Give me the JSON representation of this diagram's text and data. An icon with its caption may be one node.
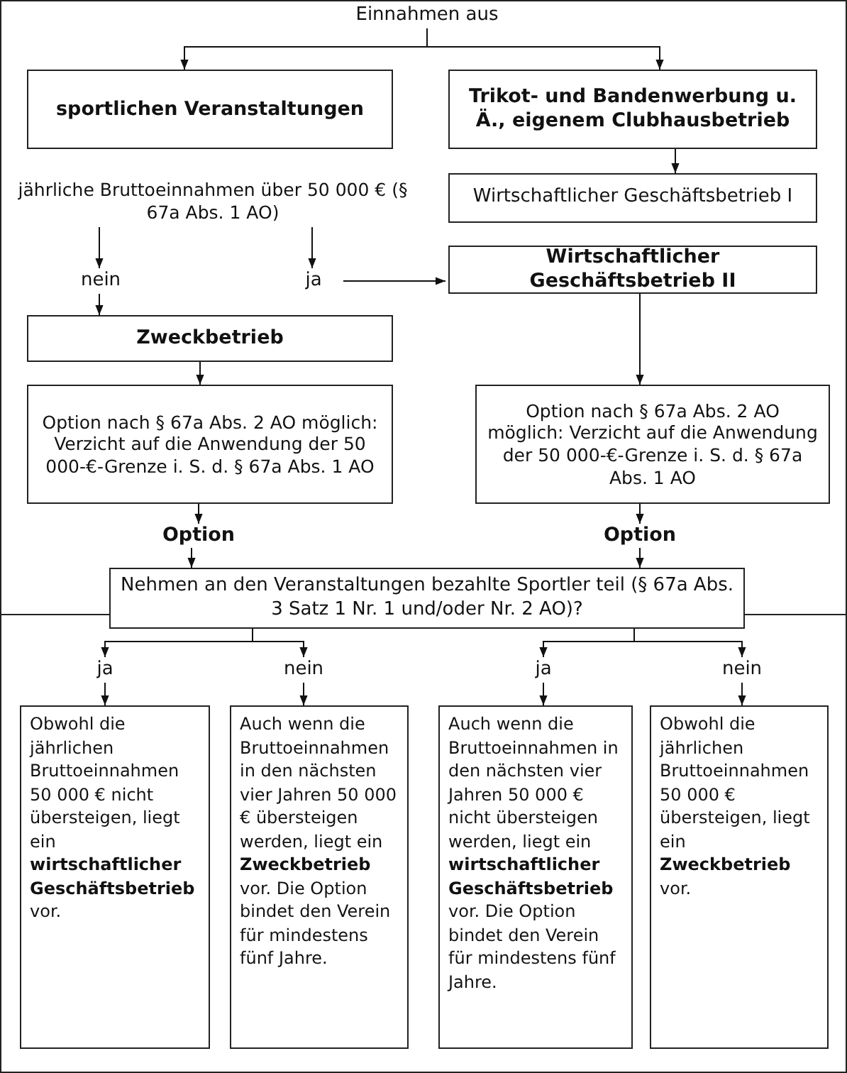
{
  "diagram": {
    "nodes": [
      {
        "text": [
          "Einnahmen aus"
        ]
      },
      {
        "text": [
          "sportlichen Veranstaltungen"
        ]
      },
      {
        "text": [
          "Trikot- und Bandenwerbung u. Ä., eigenem Clubhausbetrieb"
        ]
      },
      {
        "text": [
          "jährliche Bruttoeinnahmen über 50 000 € (§ 67a Abs. 1 AO)"
        ]
      },
      {
        "text": [
          "Wirtschaftlicher Geschäftsbetrieb I"
        ]
      },
      {
        "text": [
          "nein"
        ]
      },
      {
        "text": [
          "ja"
        ]
      },
      {
        "text": [
          "Wirtschaftlicher Geschäftsbetrieb II"
        ]
      },
      {
        "text": [
          "Zweckbetrieb"
        ]
      },
      {
        "text": [
          "Option nach § 67a Abs. 2 AO möglich: Verzicht auf die Anwendung der 50 000-€-Grenze i. S. d. § 67a Abs. 1 AO"
        ]
      },
      {
        "text": [
          "Option nach § 67a Abs. 2 AO möglich: Verzicht auf die Anwendung der 50 000-€-Grenze i. S. d. § 67a Abs. 1 AO"
        ]
      },
      {
        "text": [
          "Option"
        ]
      },
      {
        "text": [
          "Option"
        ]
      },
      {
        "text": [
          "Nehmen an den Veranstaltungen bezahlte Sportler teil (§ 67a Abs. 3 Satz 1 Nr. 1 und/oder Nr. 2 AO)?"
        ]
      },
      {
        "text": [
          "ja"
        ]
      },
      {
        "text": [
          "nein"
        ]
      },
      {
        "text": [
          "ja"
        ]
      },
      {
        "text": [
          "nein"
        ]
      },
      {
        "text": [
          "Obwohl die jährlichen Bruttoeinnahmen 50 000 € nicht übersteigen, liegt ein **wirtschaftlicher Geschäftsbetrieb** vor."
        ]
      },
      {
        "text": [
          "Auch wenn die Bruttoeinnahmen in den nächsten vier Jahren 50 000 € übersteigen werden, liegt ein **Zweckbetrieb** vor. Die Option bindet den Verein für mindestens fünf Jahre."
        ]
      },
      {
        "text": [
          "Auch wenn die Bruttoeinnahmen in den nächsten vier Jahren 50 000 € nicht übersteigen werden, liegt ein **wirtschaftlicher Geschäftsbetrieb** vor. Die Option bindet den Verein für mindestens fünf Jahre."
        ]
      },
      {
        "text": [
          "Obwohl die jährlichen Bruttoeinnahmen 50 000 € übersteigen, liegt ein **Zweckbetrieb** vor."
        ]
      }
    ],
    "edges": [
      {
        "from": 0,
        "to": 1,
        "arrow": "to"
      },
      {
        "from": 0,
        "to": 2,
        "arrow": "to"
      },
      {
        "from": 2,
        "to": 4,
        "arrow": "to"
      },
      {
        "from": 3,
        "to": 5,
        "arrow": "to"
      },
      {
        "from": 3,
        "to": 6,
        "arrow": "to"
      },
      {
        "from": 6,
        "to": 7,
        "arrow": "to"
      },
      {
        "from": 5,
        "to": 8,
        "arrow": "to"
      },
      {
        "from": 8,
        "to": 9,
        "arrow": "to"
      },
      {
        "from": 7,
        "to": 10,
        "arrow": "to"
      },
      {
        "from": 9,
        "to": 11,
        "arrow": "to"
      },
      {
        "from": 10,
        "to": 12,
        "arrow": "to"
      },
      {
        "from": 11,
        "to": 13,
        "arrow": "to"
      },
      {
        "from": 12,
        "to": 13,
        "arrow": "to"
      },
      {
        "from": 13,
        "to": 14,
        "arrow": "to"
      },
      {
        "from": 13,
        "to": 15,
        "arrow": "to"
      },
      {
        "from": 13,
        "to": 16,
        "arrow": "to"
      },
      {
        "from": 13,
        "to": 17,
        "arrow": "to"
      },
      {
        "from": 14,
        "to": 18,
        "arrow": "to"
      },
      {
        "from": 15,
        "to": 19,
        "arrow": "to"
      },
      {
        "from": 16,
        "to": 20,
        "arrow": "to"
      },
      {
        "from": 17,
        "to": 21,
        "arrow": "to"
      }
    ]
  }
}
